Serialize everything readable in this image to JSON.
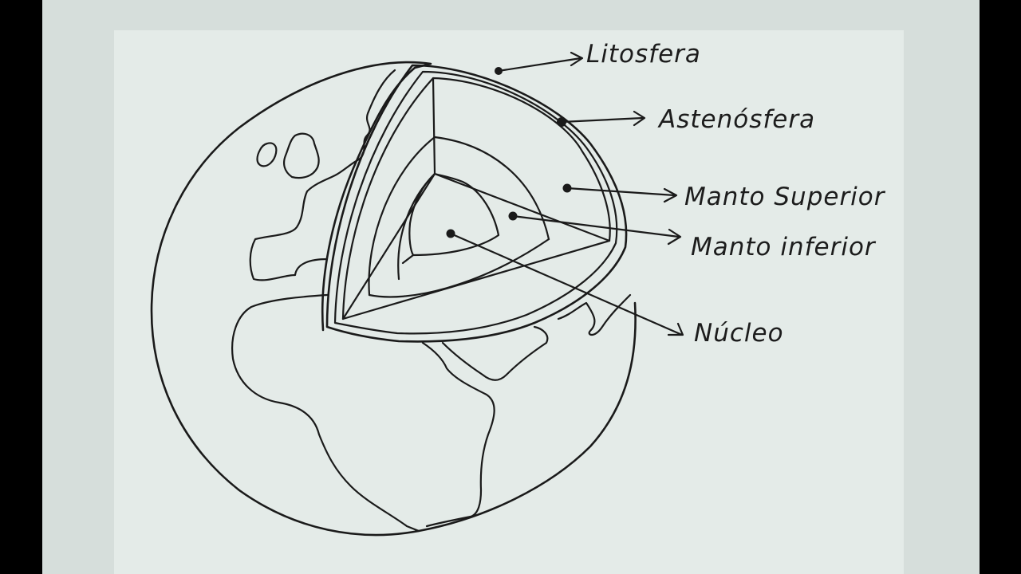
{
  "labels": {
    "litosfera": "Litosfera",
    "astenosfera": "Astenósfera",
    "manto_superior": "Manto Superior",
    "manto_inferior": "Manto inferior",
    "nucleo": "Núcleo"
  },
  "colors": {
    "ink": "#1a1a1a",
    "paper": "#e4ebe8",
    "background": "#d6dedb",
    "letterbox": "#000000"
  }
}
